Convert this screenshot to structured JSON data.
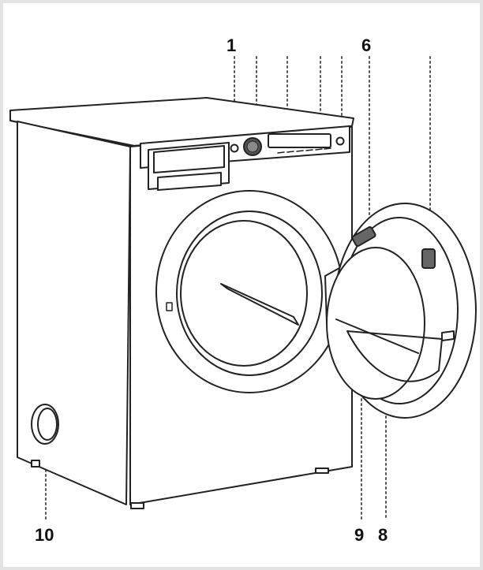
{
  "callouts": {
    "c1": "1",
    "c6": "6",
    "c8": "8",
    "c9": "9",
    "c10": "10"
  },
  "colors": {
    "line": "#222222",
    "leader": "#555555",
    "frame": "#e3e3e3",
    "background": "#ffffff"
  }
}
